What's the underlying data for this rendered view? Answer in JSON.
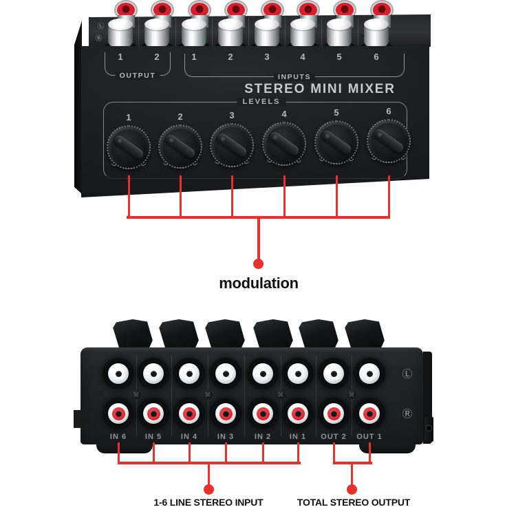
{
  "front_panel": {
    "channel_marks": {
      "top": "Ⓛ",
      "bottom": "Ⓡ"
    },
    "output_section": {
      "label": "OUTPUT",
      "jacks": [
        "1",
        "2"
      ]
    },
    "inputs_section": {
      "label": "INPUTS",
      "jacks": [
        "1",
        "2",
        "3",
        "4",
        "5",
        "6"
      ]
    },
    "title": "STEREO MINI MIXER",
    "levels_section": {
      "label": "LEVELS",
      "knobs": [
        "1",
        "2",
        "3",
        "4",
        "5",
        "6"
      ]
    }
  },
  "rear_panel": {
    "ports": [
      "IN 6",
      "IN 5",
      "IN 4",
      "IN 3",
      "IN 2",
      "IN 1",
      "OUT 2",
      "OUT 1"
    ],
    "channel_marks": {
      "left_channel": "Ⓛ",
      "right_channel": "Ⓡ"
    }
  },
  "annotations": {
    "knobs_caption": "modulation",
    "inputs_caption": "1-6 LINE STEREO INPUT",
    "outputs_caption": "TOTAL STEREO OUTPUT"
  },
  "colors": {
    "annotation_red": "#e8312d",
    "rca_red": "#d7202c",
    "rca_white": "#f0f0f1",
    "panel_text": "#b5b9bd"
  }
}
